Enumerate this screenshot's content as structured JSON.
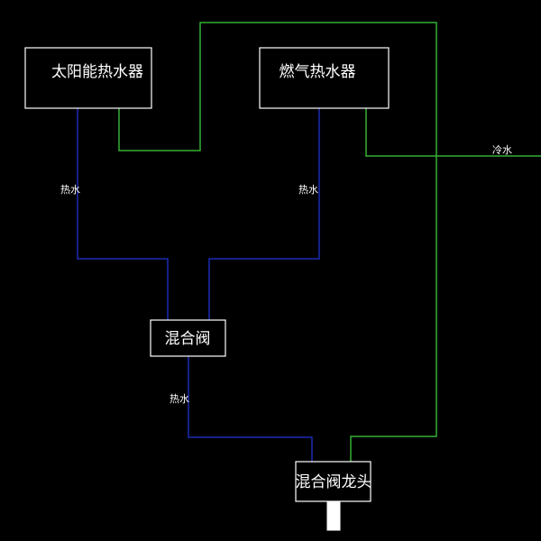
{
  "diagram": {
    "nodes": {
      "solar_heater": "太阳能热水器",
      "gas_heater": "燃气热水器",
      "mixing_valve": "混合阀",
      "mixing_faucet": "混合阀龙头"
    },
    "pipe_labels": {
      "hot_water_solar": "热水",
      "hot_water_gas": "热水",
      "hot_water_valve": "热水",
      "cold_water": "冷水"
    },
    "colors": {
      "background": "#000000",
      "box_border": "#ffffff",
      "hot_water_pipe": "#1c2cb4",
      "cold_water_pipe": "#34b034",
      "text": "#ffffff"
    }
  }
}
